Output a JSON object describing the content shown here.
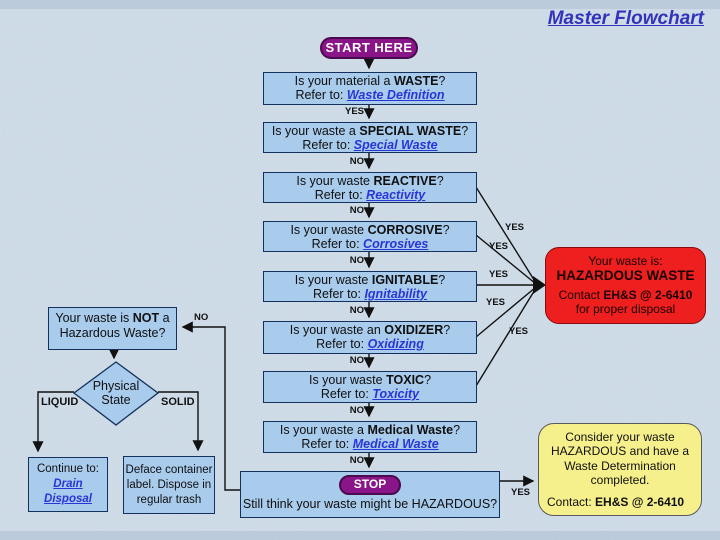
{
  "slide": {
    "title": "Master Flowchart"
  },
  "colors": {
    "background": "#cfdde9",
    "box_fill": "#a9cbec",
    "box_border": "#14305c",
    "oval_purple": "#8a1588",
    "hazard_red": "#ee1f1f",
    "consider_yellow": "#f6f08c",
    "link_blue": "#2a35d8",
    "title_blue": "#3333bb"
  },
  "start": {
    "label": "START HERE"
  },
  "labels": {
    "yes": "YES",
    "no": "NO",
    "liquid": "LIQUID",
    "solid": "SOLID"
  },
  "questions": [
    {
      "pre": "Is your material a ",
      "bold": "WASTE",
      "post": "?",
      "refer": "Refer to: ",
      "link": "Waste Definition"
    },
    {
      "pre": "Is your waste a ",
      "bold": "SPECIAL WASTE",
      "post": "?",
      "refer": "Refer to: ",
      "link": "Special Waste"
    },
    {
      "pre": "Is your waste ",
      "bold": "REACTIVE",
      "post": "?",
      "refer": "Refer to: ",
      "link": "Reactivity"
    },
    {
      "pre": "Is your waste ",
      "bold": "CORROSIVE",
      "post": "?",
      "refer": "Refer to: ",
      "link": "Corrosives"
    },
    {
      "pre": "Is your waste ",
      "bold": "IGNITABLE",
      "post": "?",
      "refer": "Refer to: ",
      "link": "Ignitability"
    },
    {
      "pre": "Is your waste an ",
      "bold": "OXIDIZER",
      "post": "?",
      "refer": "Refer to: ",
      "link": "Oxidizing"
    },
    {
      "pre": "Is your waste ",
      "bold": "TOXIC",
      "post": "?",
      "refer": "Refer to: ",
      "link": "Toxicity"
    },
    {
      "pre": "Is your waste a ",
      "bold": "Medical Waste",
      "post": "?",
      "refer": "Refer to: ",
      "link": "Medical Waste"
    }
  ],
  "hazardous_box": {
    "line1": "Your waste is:",
    "line2": "HAZARDOUS WASTE",
    "contact_pre": "Contact ",
    "contact_bold": "EH&S @ 2-6410",
    "line4": "for proper disposal"
  },
  "not_hazardous_box": {
    "pre": "Your waste is ",
    "bold": "NOT",
    "post": " a",
    "line2": "Hazardous Waste?"
  },
  "diamond": {
    "line1": "Physical",
    "line2": "State"
  },
  "drain_box": {
    "line1": "Continue to:",
    "link": "Drain Disposal"
  },
  "deface_box": {
    "text": "Deface container label. Dispose in regular trash"
  },
  "stop": {
    "label": "STOP",
    "question": "Still think your waste might be HAZARDOUS?"
  },
  "consider_box": {
    "body": "Consider your waste HAZARDOUS and have a Waste Determination completed.",
    "contact_pre": "Contact:  ",
    "contact_bold": "EH&S @ 2-6410"
  }
}
